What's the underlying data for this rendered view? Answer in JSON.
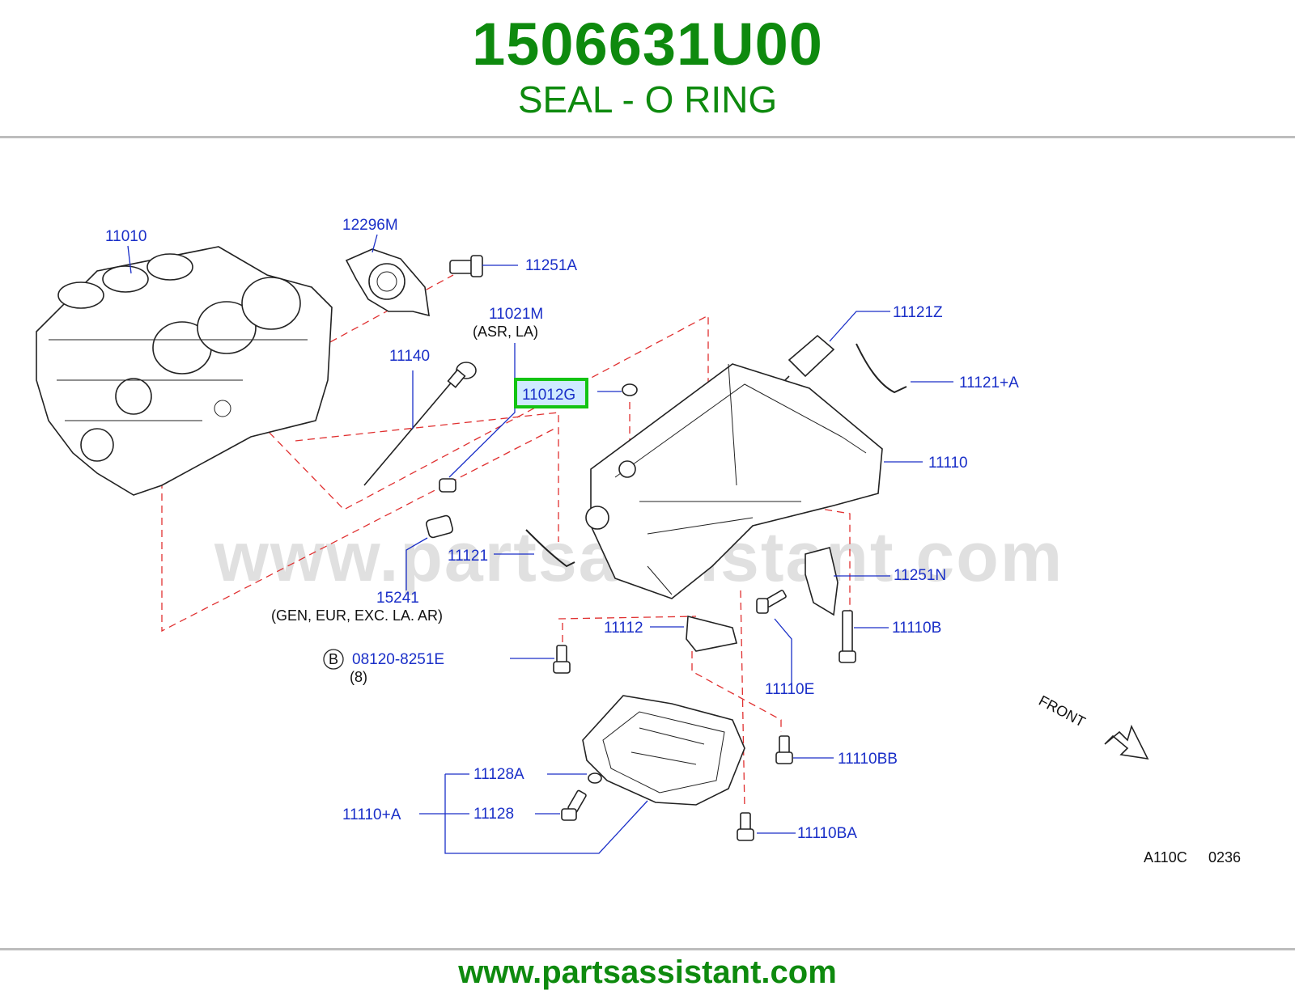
{
  "header": {
    "part_number": "1506631U00",
    "part_name": "SEAL - O RING"
  },
  "watermark": "www.partsassistant.com",
  "footer": {
    "url": "www.partsassistant.com"
  },
  "diagram": {
    "highlight_color": "#13c413",
    "label_color": "#1a2fc8",
    "labels": {
      "l11010": "11010",
      "l12296M": "12296M",
      "l11251A": "11251A",
      "l11021M": "11021M",
      "l11021M_note": "(ASR,  LA)",
      "l11140": "11140",
      "l11012G": "11012G",
      "l11121Z": "11121Z",
      "l11121A": "11121+A",
      "l11110": "11110",
      "l11121": "11121",
      "l15241": "15241",
      "l15241_note": "(GEN,  EUR,  EXC.  LA.  AR)",
      "l11251N": "11251N",
      "l11112": "11112",
      "l11110B": "11110B",
      "bolt_circle": "B",
      "l08120": "08120-8251E",
      "l08120_qty": "(8)",
      "l11110E": "11110E",
      "l11110BB": "11110BB",
      "l11128A": "11128A",
      "l11110A": "11110+A",
      "l11128": "11128",
      "l11110BA": "11110BA",
      "front": "FRONT",
      "ref_code": "A110C",
      "ref_num": "0236"
    }
  }
}
